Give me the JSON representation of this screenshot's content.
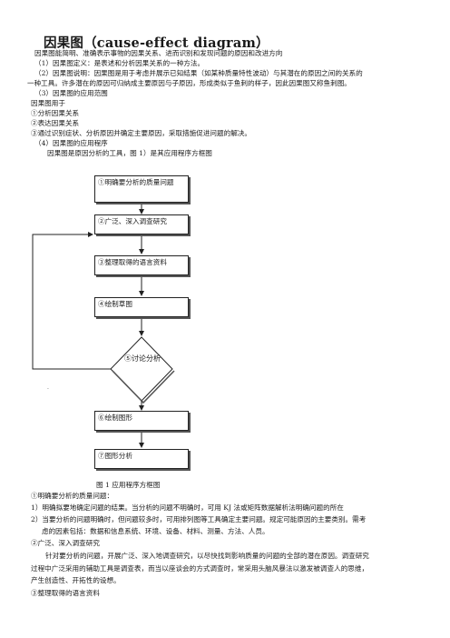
{
  "title": "因果图（cause-effect diagram）",
  "intro": [
    "因果图能简明、准确表示事物的因果关系、进而识别和发现问题的原因和改进方向",
    "（1）因果图定义：是表述和分析因果关系的一种方法。",
    "（2）因果图说明：因果图是用于考虑并展示已知结果（如某种质量特性波动）与其潜在的原因之间的关系的",
    "一种工具。许多潜在的原因可归纳成主要原因与子原因，形成类似于鱼刺的样子，因此因果图又称鱼刺图。",
    "（3）因果图的应用范围",
    "因果图用于",
    "①分析因果关系",
    "②表达因果关系",
    "③通过识别症状、分析原因并确定主要原因，采取措施促进问题的解决。",
    "（4）因果图的应用程序",
    "因果图是原因分析的工具，图 1）是其应用程序方框图"
  ],
  "flow": {
    "box1": "①明确要分析的质量问题",
    "box2": "②广泛、深入调查研究",
    "box3": "③整理取得的语言资料",
    "box4": "④绘制草图",
    "decision": "⑤讨论分析",
    "box6": "⑥绘制图形",
    "box7": "⑦图形分析",
    "caption": "图 1 应用程序方框图"
  },
  "notes": [
    "①明确要分析的质量问题：",
    "1）明确拟要地确定问题的结果。当分析的问题不明确时，可用 KJ 法或矩阵数据解析法明确问题的所在",
    "2）当要分析的问题明确时，但问题较多时，可用排列图等工具确定主要问题。规定可能原因的主要类别。需考",
    "虑的因素包括：数据和信息系统、环境、设备、材料、测量、方法、人员。",
    "②广泛、深入调查研究",
    "针对要分析的问题，开展广泛、深入地调查研究，以尽快找到影响质量的问题的全部的潜在原因。调查研究",
    "过程中广泛采用的辅助工具是调查表，而当以座谈会的方式调查时，常采用头脑风暴法以激发被调查人的思维，",
    "产生创造性、开拓性的设想。",
    "③整理取得的语言资料"
  ]
}
